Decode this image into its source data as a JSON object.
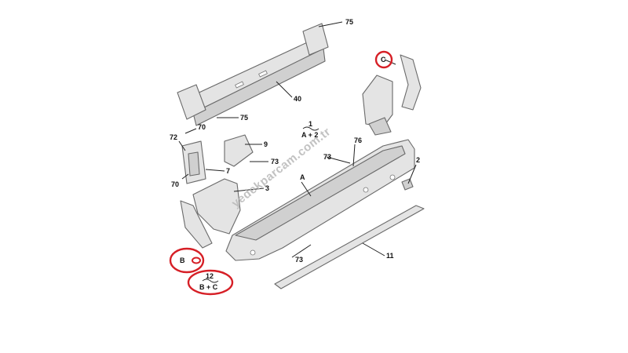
{
  "callouts": {
    "n75a": "75",
    "n40": "40",
    "n75b": "75",
    "c": "C",
    "n70a": "70",
    "n72": "72",
    "n1": "1",
    "n1sub": "A + 2",
    "n9": "9",
    "n76": "76",
    "n73a": "73",
    "n73b": "73",
    "n7": "7",
    "n70b": "70",
    "n3": "3",
    "a": "A",
    "n2": "2",
    "b": "B",
    "n73c": "73",
    "n11": "11",
    "n12": "12",
    "n12sub": "B + C"
  },
  "watermark": "yedekparcam.com.tr",
  "colors": {
    "highlight": "#d61f26",
    "part_fill": "#e4e4e4",
    "outline": "#6a6a6a"
  }
}
